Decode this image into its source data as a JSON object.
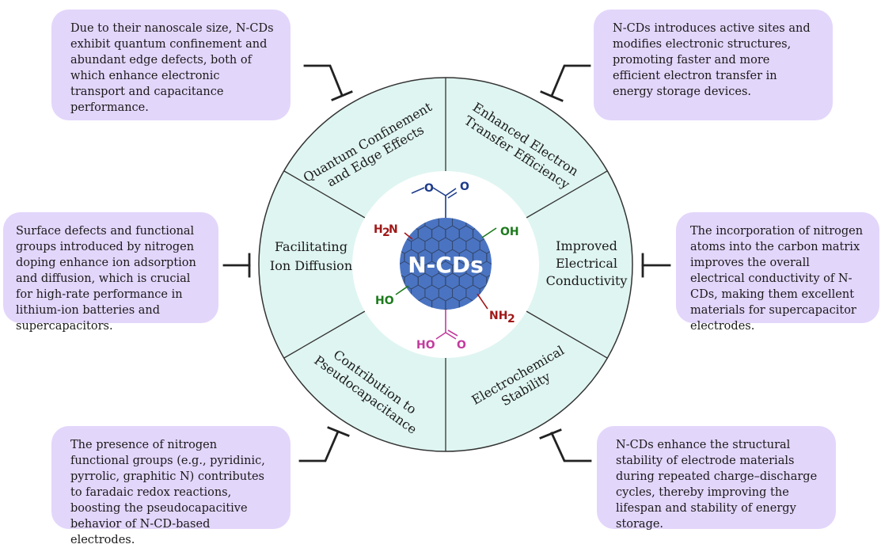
{
  "center": {
    "label": "N-CDs",
    "groups": {
      "nh2_left_h": "H",
      "nh2_left_2": "2",
      "nh2_left_n": "N",
      "oh_right": "OH",
      "ho_left": "HO",
      "nh2_right_n": "NH",
      "nh2_right_2": "2",
      "ester_o": "O",
      "acid_ho": "HO",
      "acid_o": "O"
    },
    "colors": {
      "disc": "#4a74c2",
      "amine": "#a01818",
      "hydroxyl": "#1c7a1c",
      "ester": "#1c3b8a",
      "acid": "#c23c9e",
      "ring": "#2f3f5e"
    }
  },
  "segments": {
    "quantum": [
      "Quantum Confinement",
      "and Edge Effects"
    ],
    "electron": [
      "Enhanced Electron",
      "Transfer Efficiency"
    ],
    "diffusion": [
      "Facilitating",
      "Ion Diffusion"
    ],
    "conductivity": [
      "Improved",
      "Electrical",
      "Conductivity"
    ],
    "pseudo": [
      "Contribution to",
      "Pseudocapacitance"
    ],
    "stability": [
      "Electrochemical",
      "Stability"
    ]
  },
  "boxes": {
    "quantum": "Due to their nanoscale size, N-CDs exhibit quantum confinement and abundant edge defects, both of which enhance electronic transport and capacitance performance.",
    "electron": "N-CDs introduces active sites and modifies electronic structures, promoting faster and more efficient electron transfer in energy storage devices.",
    "diffusion": "Surface defects and functional groups introduced by nitrogen doping enhance ion adsorption and diffusion, which is crucial for high-rate performance in lithium-ion batteries and supercapacitors.",
    "conductivity": "The incorporation of nitrogen atoms into the carbon matrix improves the overall electrical conductivity of N-CDs, making them excellent materials for supercapacitor electrodes.",
    "pseudo": "The presence of nitrogen functional groups (e.g., pyridinic, pyrrolic, graphitic N) contributes to faradaic redox reactions, boosting the pseudocapacitive behavior of N-CD-based electrodes.",
    "stability": "N-CDs enhance the structural stability of electrode materials during repeated charge–discharge cycles, thereby improving the lifespan and stability of energy storage."
  },
  "colors": {
    "box_fill": "#e3d6fb",
    "ring_fill": "#dff5f1",
    "outline": "#222222"
  }
}
